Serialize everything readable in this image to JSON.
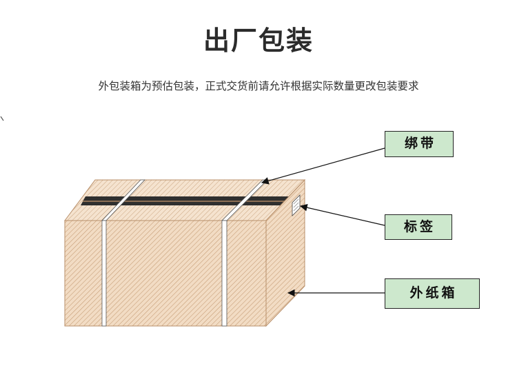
{
  "header": {
    "title": "出厂包装",
    "subtitle": "外包装箱为预估包装，正式交货前请允许根据实际数量更改包装要求"
  },
  "labels": {
    "strap": "绑带",
    "label": "标签",
    "carton": "外纸箱"
  },
  "colors": {
    "box_face": "#f2dcc4",
    "box_hatch": "#c49a72",
    "label_fill": "#cde8cd",
    "tape": "#333333"
  }
}
